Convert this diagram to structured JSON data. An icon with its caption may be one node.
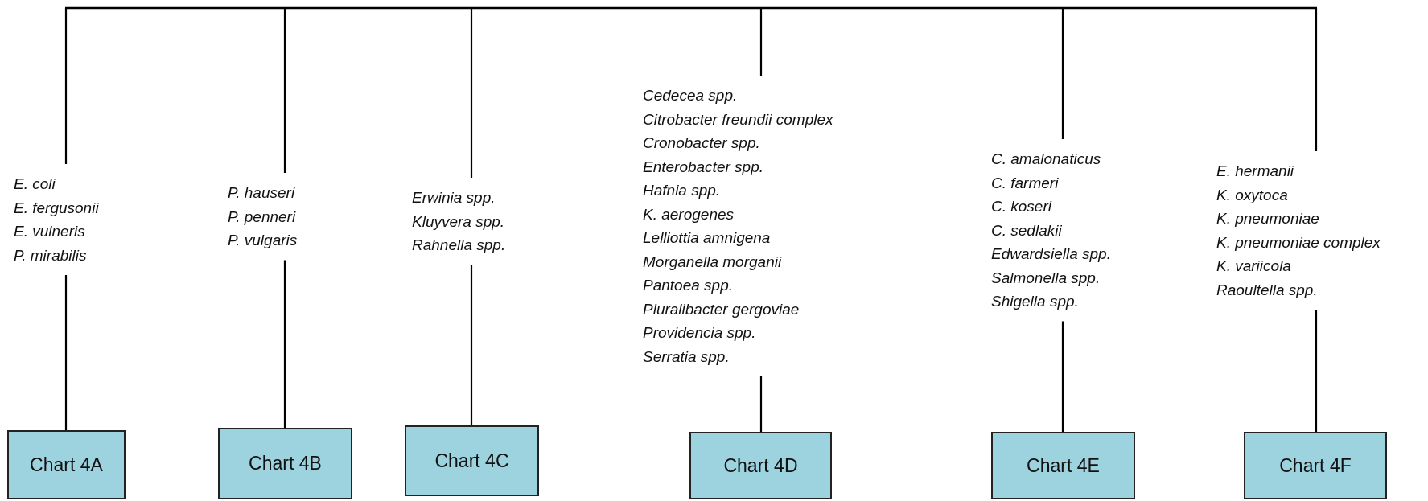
{
  "diagram": {
    "nodes": [
      {
        "text": [
          "E. coli",
          "E. fergusonii",
          "E. vulneris",
          "P. mirabilis"
        ]
      },
      {
        "text": [
          "P. hauseri",
          "P. penneri",
          "P. vulgaris"
        ]
      },
      {
        "text": [
          "Erwinia spp.",
          "Kluyvera spp.",
          "Rahnella spp."
        ]
      },
      {
        "text": [
          "Cedecea spp.",
          "Citrobacter freundii complex",
          "Cronobacter spp.",
          "Enterobacter spp.",
          "Hafnia spp.",
          "K. aerogenes",
          "Lelliottia amnigena",
          "Morganella morganii",
          "Pantoea spp.",
          "Pluralibacter gergoviae",
          "Providencia spp.",
          "Serratia spp."
        ]
      },
      {
        "text": [
          "C. amalonaticus",
          "C. farmeri",
          "C. koseri",
          "C. sedlakii",
          "Edwardsiella spp.",
          "Salmonella spp.",
          "Shigella spp."
        ]
      },
      {
        "text": [
          "E. hermanii",
          "K. oxytoca",
          "K. pneumoniae",
          "K. pneumoniae complex",
          "K. variicola",
          "Raoultella spp."
        ]
      },
      {
        "text": [
          "Chart 4A"
        ]
      },
      {
        "text": [
          "Chart 4B"
        ]
      },
      {
        "text": [
          "Chart 4C"
        ]
      },
      {
        "text": [
          "Chart 4D"
        ]
      },
      {
        "text": [
          "Chart 4E"
        ]
      },
      {
        "text": [
          "Chart 4F"
        ]
      }
    ],
    "edges": [
      {
        "from": null,
        "to": 0,
        "arrow": "none"
      },
      {
        "from": null,
        "to": 1,
        "arrow": "none"
      },
      {
        "from": null,
        "to": 2,
        "arrow": "none"
      },
      {
        "from": null,
        "to": 3,
        "arrow": "none"
      },
      {
        "from": null,
        "to": 4,
        "arrow": "none"
      },
      {
        "from": null,
        "to": 5,
        "arrow": "none"
      },
      {
        "from": 0,
        "to": 6,
        "arrow": "none"
      },
      {
        "from": 1,
        "to": 7,
        "arrow": "none"
      },
      {
        "from": 2,
        "to": 8,
        "arrow": "none"
      },
      {
        "from": 3,
        "to": 9,
        "arrow": "none"
      },
      {
        "from": 4,
        "to": 10,
        "arrow": "none"
      },
      {
        "from": 5,
        "to": 11,
        "arrow": "none"
      }
    ]
  }
}
